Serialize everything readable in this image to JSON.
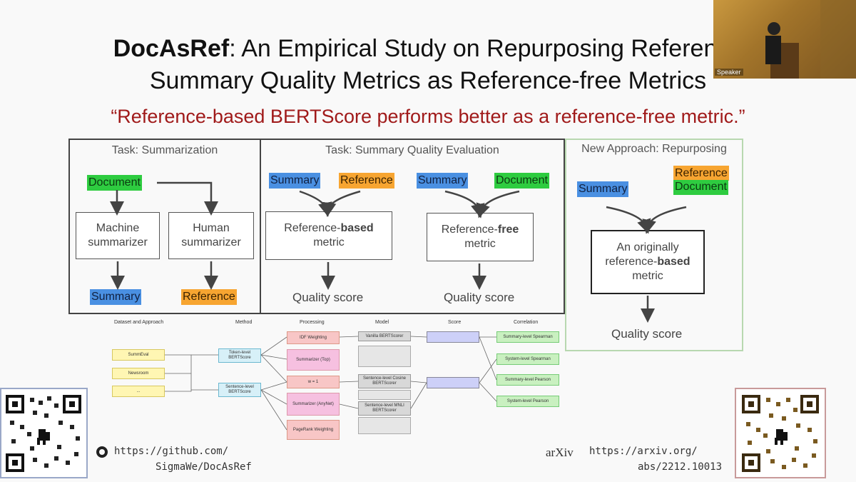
{
  "slide": {
    "title_bold": "DocAsRef",
    "title_rest": ": An Empirical Study on Repurposing Reference",
    "title_line2": "Summary Quality Metrics as Reference-free Metrics",
    "quote": "“Reference-based BERTScore performs better as a reference-free metric.”"
  },
  "panel1": {
    "title": "Task: Summarization",
    "document": "Document",
    "machine": "Machine summarizer",
    "human": "Human summarizer",
    "summary": "Summary",
    "reference": "Reference"
  },
  "panel2": {
    "title": "Task: Summary Quality Evaluation",
    "summary_a": "Summary",
    "reference": "Reference",
    "summary_b": "Summary",
    "document": "Document",
    "ref_based_a": "Reference-",
    "ref_based_b": "based",
    "ref_based_c": "metric",
    "ref_free_a": "Reference-",
    "ref_free_b": "free",
    "ref_free_c": "metric",
    "score_a": "Quality score",
    "score_b": "Quality score"
  },
  "panel3": {
    "title": "New Approach: Repurposing",
    "summary": "Summary",
    "reference": "Reference",
    "document": "Document",
    "metric_a": "An originally",
    "metric_b": "reference-",
    "metric_c": "based",
    "metric_d": "metric",
    "score": "Quality score"
  },
  "method_diagram": {
    "headers": [
      "Dataset and Approach",
      "Method",
      "Processing",
      "Model",
      "Score",
      "Correlation"
    ],
    "datasets": [
      "SummEval",
      "Newsroom",
      "..."
    ],
    "methods": [
      "Token-level BERTScore",
      "Sentence-level BERTScore"
    ],
    "processing": [
      "IDF Weighting",
      "Summarizer (Top)",
      "w = 1",
      "Summarizer (AnyNet)",
      "PageRank Weighting"
    ],
    "models": [
      "Vanilla BERTScorer",
      "Sentence-level Cosine BERTScorer",
      "Sentence-level MNLI BERTScorer"
    ],
    "correlation": [
      "Summary-level Spearman",
      "System-level Spearman",
      "Summary-level Pearson",
      "System-level Pearson"
    ]
  },
  "links": {
    "github_1": "https://github.com/",
    "github_2": "SigmaWe/DocAsRef",
    "arxiv_logo": "arXiv",
    "arxiv_1": "https://arxiv.org/",
    "arxiv_2": "abs/2212.10013"
  },
  "webcam": {
    "label": "Speaker"
  },
  "colors": {
    "quote": "#a01a1a",
    "summary": "#4a90e2",
    "reference": "#f7a531",
    "document": "#2ecc40"
  }
}
